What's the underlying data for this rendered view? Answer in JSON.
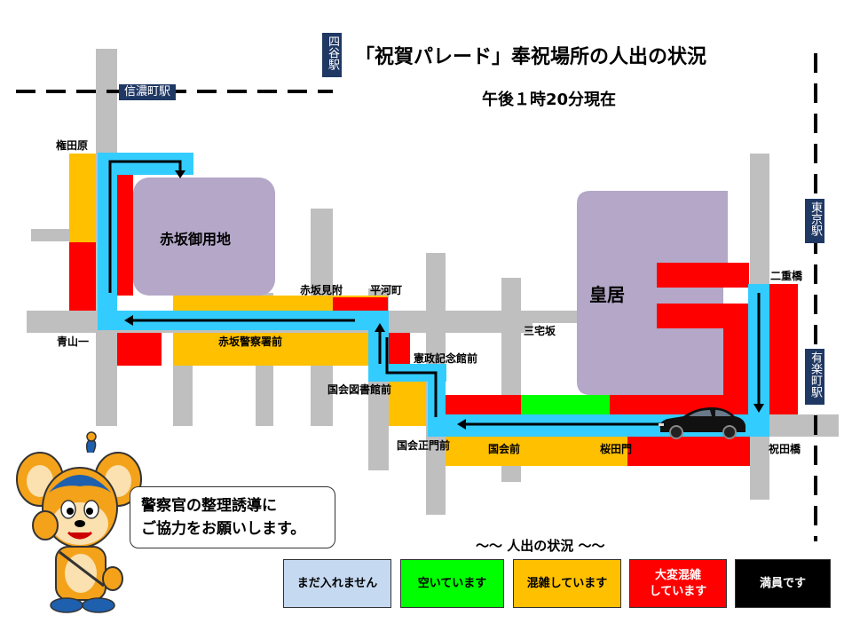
{
  "title": "「祝賀パレード」奉祝場所の人出の状況",
  "subtitle": "午後１時20分現在",
  "stations": {
    "yotsuya": "四谷駅",
    "shinanomachi": "信濃町駅",
    "tokyo": "東京駅",
    "yurakucho": "有楽町駅"
  },
  "places": {
    "akasaka_palace": "赤坂御用地",
    "imperial_palace": "皇居"
  },
  "labels": {
    "gondawara": "権田原",
    "aoyama1": "青山一",
    "akasaka_police": "赤坂警察署前",
    "akasaka_mitsuke": "赤坂見附",
    "hirakawacho": "平河町",
    "miyakezaka": "三宅坂",
    "kensei": "憲政記念館前",
    "kokkai_library": "国会図書館前",
    "kokkai_seimon": "国会正門前",
    "kokkaimae": "国会前",
    "sakuradamon": "桜田門",
    "iwaibashi": "祝田橋",
    "nijubashi": "二重橋"
  },
  "speech_bubble": {
    "line1": "警察官の整理誘導に",
    "line2": "ご協力をお願いします。"
  },
  "legend": {
    "title": "～～ 人出の状況 ～～",
    "items": [
      {
        "label": "まだ入れません",
        "color": "#c5d9f1",
        "text_color": "#000000"
      },
      {
        "label": "空いています",
        "color": "#00ff00",
        "text_color": "#000000"
      },
      {
        "label": "混雑しています",
        "color": "#ffc000",
        "text_color": "#000000"
      },
      {
        "label": "大変混雑\nしています",
        "color": "#ff0000",
        "text_color": "#ffffff"
      },
      {
        "label": "満員です",
        "color": "#000000",
        "text_color": "#ffffff"
      }
    ]
  },
  "colors": {
    "road": "#bfbfbf",
    "route": "#33ccff",
    "crowded": "#ffc000",
    "very_crowded": "#ff0000",
    "empty": "#00ff00",
    "palace": "#b4a7c8",
    "station_bg": "#1f3864"
  }
}
